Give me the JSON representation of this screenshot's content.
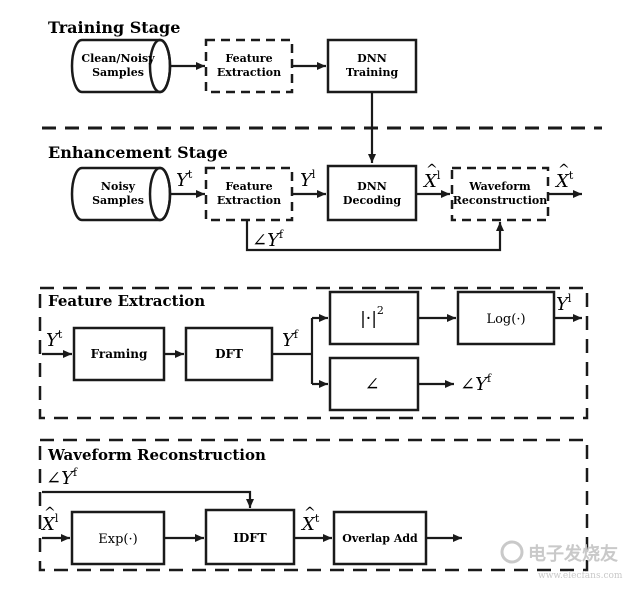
{
  "training": {
    "title": "Training Stage",
    "clean_samples": [
      "Clean/Noisy",
      "Samples"
    ],
    "feature_extraction": [
      "Feature",
      "Extraction"
    ],
    "dnn_training": [
      "DNN",
      "Training"
    ]
  },
  "enhancement": {
    "title": "Enhancement Stage",
    "noisy_samples": [
      "Noisy",
      "Samples"
    ],
    "feature_extraction": [
      "Feature",
      "Extraction"
    ],
    "dnn_decoding": [
      "DNN",
      "Decoding"
    ],
    "waveform_reconstruction": [
      "Waveform",
      "Reconstruction"
    ]
  },
  "feature_extraction_detail": {
    "title": "Feature Extraction",
    "framing": "Framing",
    "dft": "DFT",
    "magnitude": "|·|",
    "magnitude_sup": "2",
    "log": "Log(·)",
    "phase": "∠"
  },
  "waveform_detail": {
    "title": "Waveform Reconstruction",
    "exp": "Exp(·)",
    "idft": "IDFT",
    "overlap_add": "Overlap Add"
  },
  "symbols": {
    "Y": "Y",
    "X": "X",
    "angle": "∠",
    "sup_t": "t",
    "sup_f": "f",
    "sup_l": "l",
    "hat": "^"
  },
  "watermark": {
    "text": "电子发烧友",
    "url": "www.elecfans.com"
  }
}
